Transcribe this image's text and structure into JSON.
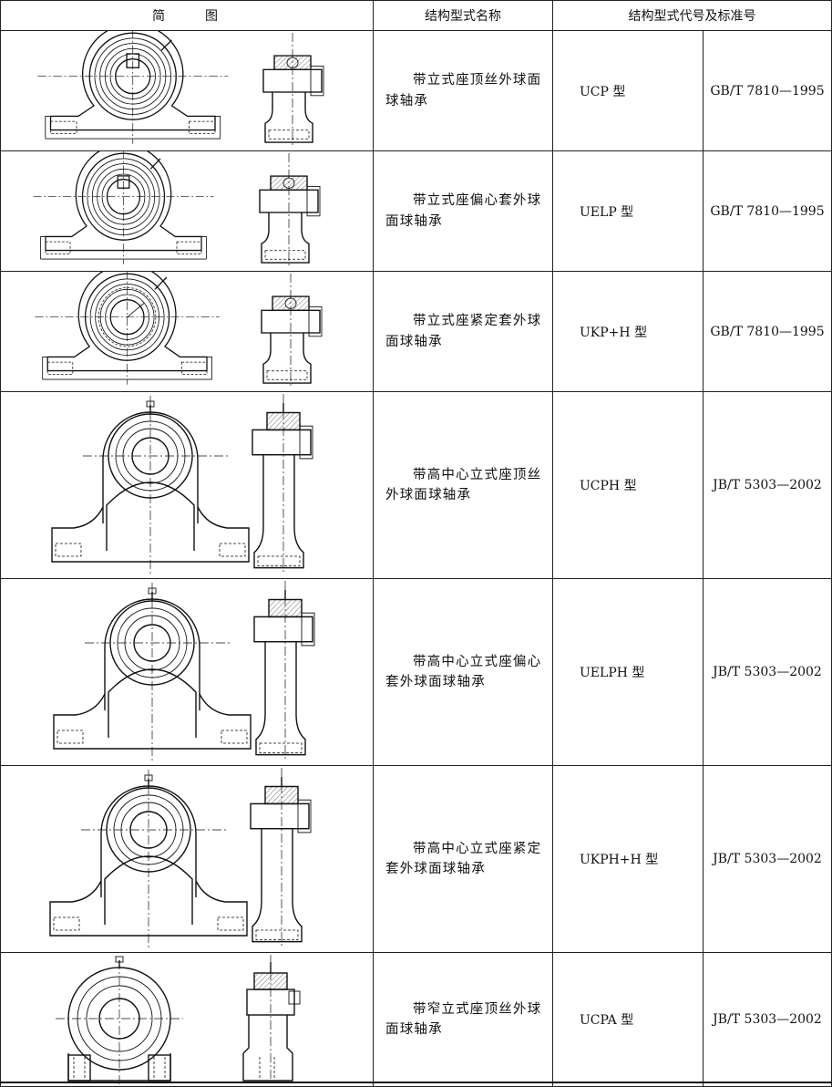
{
  "header": {
    "diagram_col_a": "简",
    "diagram_col_b": "图",
    "name_col": "结构型式名称",
    "code_col": "结构型式代号及标准号"
  },
  "rows": [
    {
      "name": "带立式座顶丝外球面球轴承",
      "code": "UCP 型",
      "standard": "GB/T 7810—1995"
    },
    {
      "name": "带立式座偏心套外球面球轴承",
      "code": "UELP 型",
      "standard": "GB/T 7810—1995"
    },
    {
      "name": "带立式座紧定套外球面球轴承",
      "code": "UKP+H 型",
      "standard": "GB/T 7810—1995"
    },
    {
      "name": "带高中心立式座顶丝外球面球轴承",
      "code": "UCPH 型",
      "standard": "JB/T 5303—2002"
    },
    {
      "name": "带高中心立式座偏心套外球面球轴承",
      "code": "UELPH 型",
      "standard": "JB/T 5303—2002"
    },
    {
      "name": "带高中心立式座紧定套外球面球轴承",
      "code": "UKPH+H 型",
      "standard": "JB/T 5303—2002"
    },
    {
      "name": "带窄立式座顶丝外球面球轴承",
      "code": "UCPA 型",
      "standard": "JB/T 5303—2002"
    }
  ]
}
